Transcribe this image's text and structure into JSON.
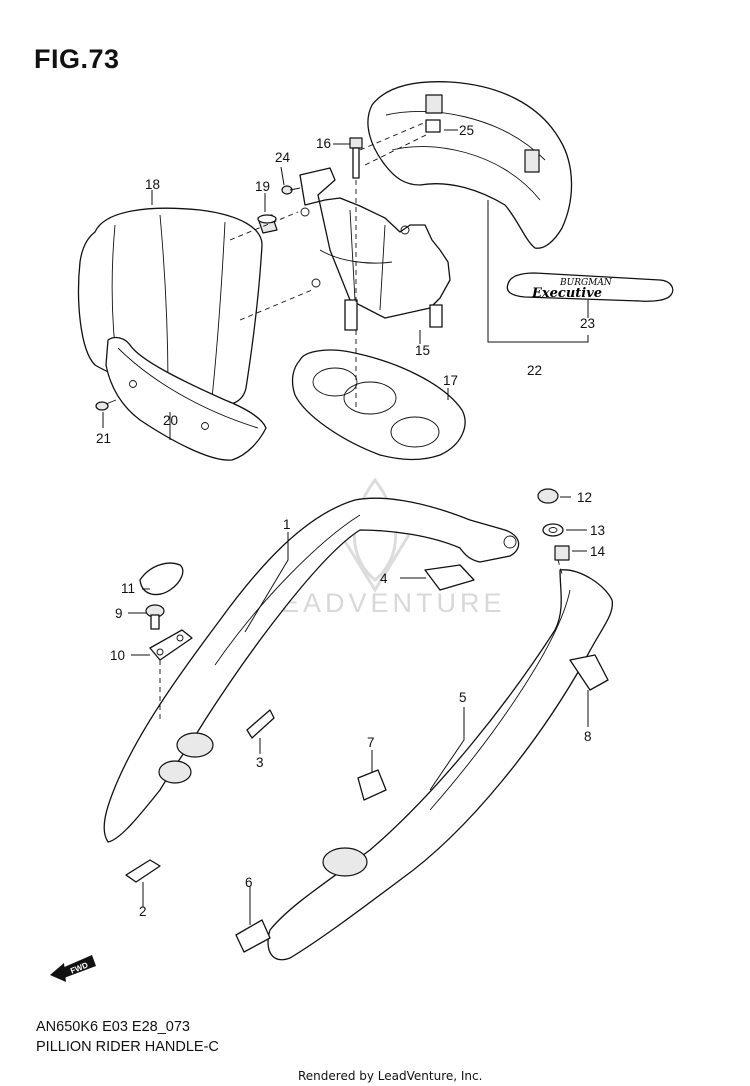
{
  "figure": {
    "title": "FIG.73",
    "model_code": "AN650K6 E03 E28_073",
    "section_name": "PILLION RIDER HANDLE-C",
    "credit": "Rendered by LeadVenture, Inc."
  },
  "watermark": {
    "text": "LEADVENTURE"
  },
  "emblem": {
    "line1": "BURGMAN",
    "line2": "Executive"
  },
  "fwd_arrow": {
    "label": "FWD"
  },
  "callouts": [
    {
      "id": "1",
      "label": "1"
    },
    {
      "id": "2",
      "label": "2"
    },
    {
      "id": "3",
      "label": "3"
    },
    {
      "id": "4",
      "label": "4"
    },
    {
      "id": "5",
      "label": "5"
    },
    {
      "id": "6",
      "label": "6"
    },
    {
      "id": "7",
      "label": "7"
    },
    {
      "id": "8",
      "label": "8"
    },
    {
      "id": "9",
      "label": "9"
    },
    {
      "id": "10",
      "label": "10"
    },
    {
      "id": "11",
      "label": "11"
    },
    {
      "id": "12",
      "label": "12"
    },
    {
      "id": "13",
      "label": "13"
    },
    {
      "id": "14",
      "label": "14"
    },
    {
      "id": "15",
      "label": "15"
    },
    {
      "id": "16",
      "label": "16"
    },
    {
      "id": "17",
      "label": "17"
    },
    {
      "id": "18",
      "label": "18"
    },
    {
      "id": "19",
      "label": "19"
    },
    {
      "id": "20",
      "label": "20"
    },
    {
      "id": "21",
      "label": "21"
    },
    {
      "id": "22",
      "label": "22"
    },
    {
      "id": "23",
      "label": "23"
    },
    {
      "id": "24",
      "label": "24"
    },
    {
      "id": "25",
      "label": "25"
    }
  ]
}
